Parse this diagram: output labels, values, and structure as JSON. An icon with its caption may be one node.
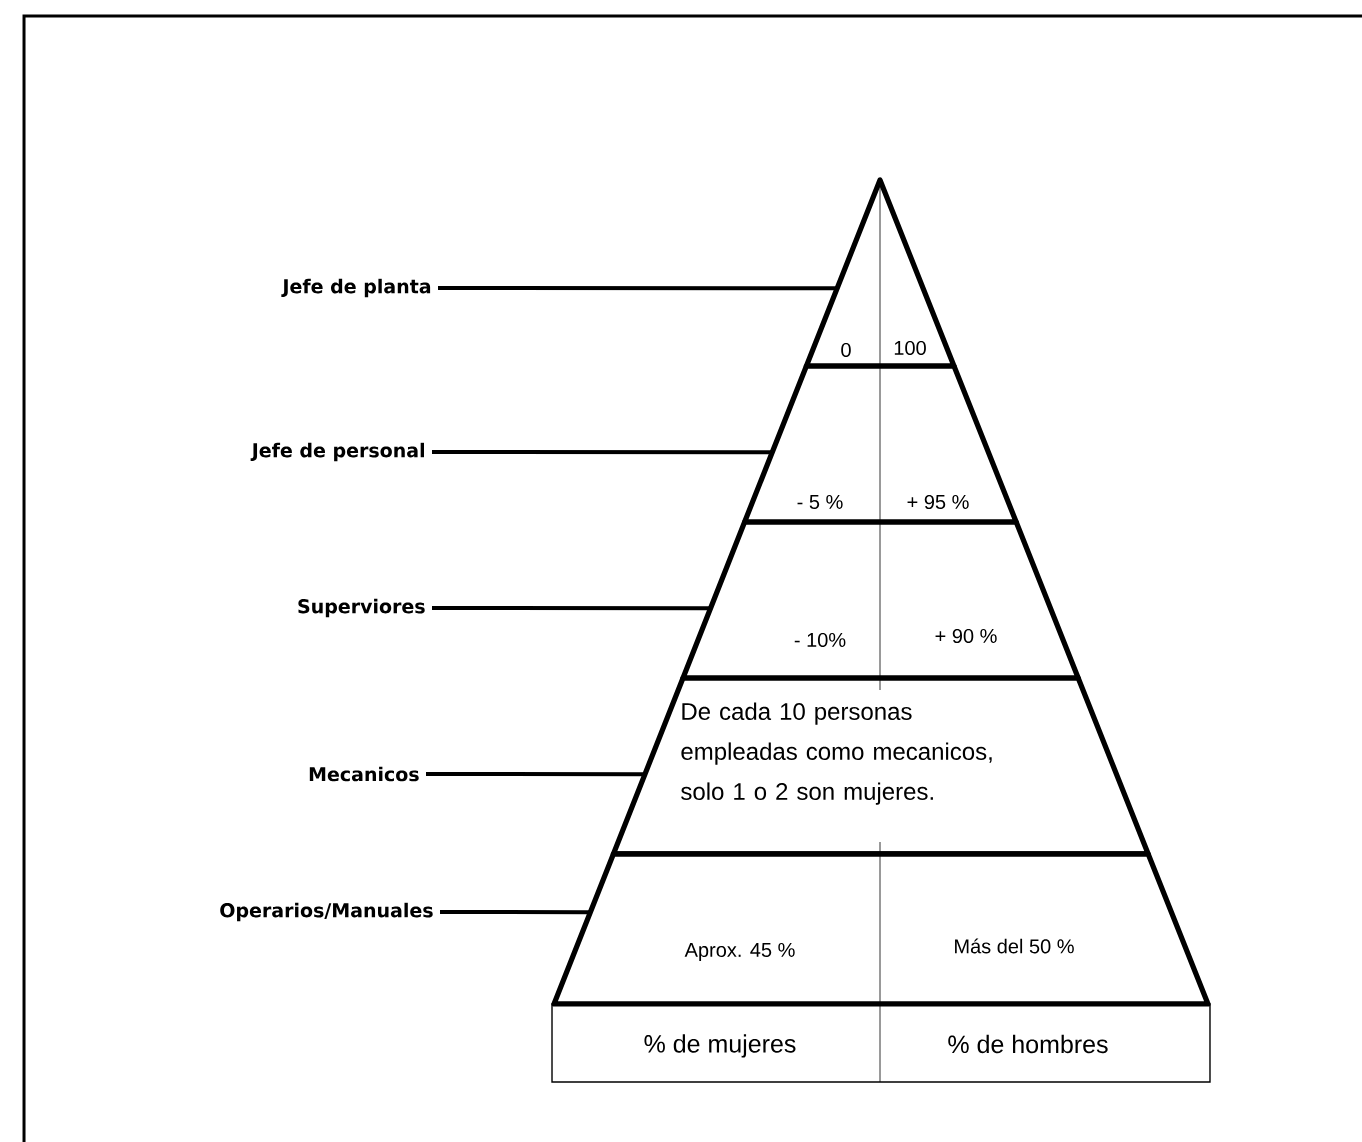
{
  "diagram": {
    "nodes": [
      {
        "text": [
          "Jefe de planta"
        ]
      },
      {
        "text": [
          "Jefe de personal"
        ]
      },
      {
        "text": [
          "Superviores"
        ]
      },
      {
        "text": [
          "Mecanicos"
        ]
      },
      {
        "text": [
          "Operarios/Manuales"
        ]
      },
      {
        "text": [
          "0",
          "100"
        ]
      },
      {
        "text": [
          "- 5 %",
          "+ 95 %"
        ]
      },
      {
        "text": [
          "- 10%",
          "+ 90 %"
        ]
      },
      {
        "text": [
          "De cada 10 personas empleadas como mecanicos, solo 1 o 2 son mujeres."
        ]
      },
      {
        "text": [
          "Aprox. 45 %",
          "Más del 50 %"
        ]
      },
      {
        "text": [
          "% de mujeres",
          "% de hombres"
        ]
      }
    ],
    "edges": [
      {
        "from": 0,
        "to": 5,
        "arrow": "none"
      },
      {
        "from": 1,
        "to": 6,
        "arrow": "none"
      },
      {
        "from": 2,
        "to": 7,
        "arrow": "none"
      },
      {
        "from": 3,
        "to": 8,
        "arrow": "none"
      },
      {
        "from": 4,
        "to": 9,
        "arrow": "none"
      }
    ]
  }
}
